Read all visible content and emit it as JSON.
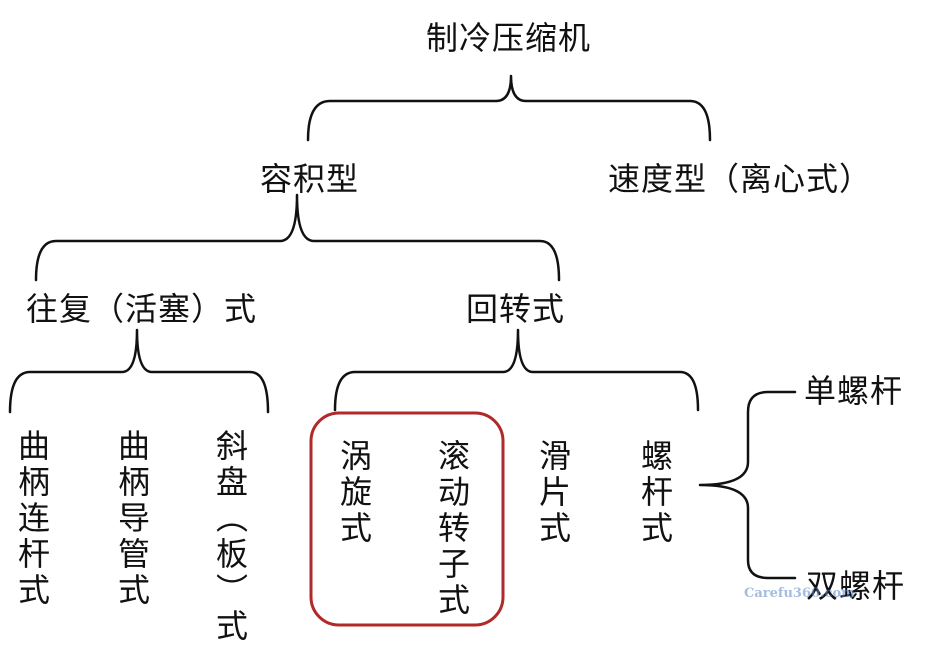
{
  "root": "制冷压缩机",
  "level1": {
    "displacement": "容积型",
    "velocity": "速度型（离心式）"
  },
  "level2": {
    "reciprocating": "往复（活塞）式",
    "rotary": "回转式"
  },
  "reciprocating_types": {
    "crank_rod": "曲柄连杆式",
    "crank_guide": "曲柄导管式",
    "swash_plate": "斜盘（板）式"
  },
  "rotary_types": {
    "scroll": "涡旋式",
    "rolling_rotor": "滚动转子式",
    "sliding_vane": "滑片式",
    "screw": "螺杆式"
  },
  "screw_types": {
    "single": "单螺杆",
    "twin": "双螺杆"
  },
  "watermark": "Carefu360.com",
  "colors": {
    "lines": "#111111",
    "highlight": "#b02a2a",
    "watermark": "#5a86c8"
  }
}
